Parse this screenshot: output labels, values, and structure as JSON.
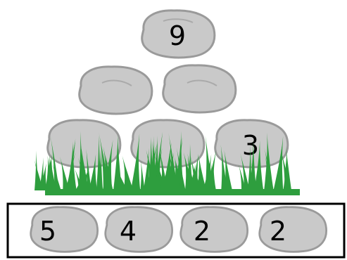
{
  "pyramid": {
    "top": {
      "value": "9"
    },
    "middle": [
      {
        "value": ""
      },
      {
        "value": ""
      }
    ],
    "bottom": [
      {
        "value": ""
      },
      {
        "value": ""
      },
      {
        "value": "3"
      }
    ]
  },
  "answer_row": {
    "stones": [
      {
        "value": "5"
      },
      {
        "value": "4"
      },
      {
        "value": "2"
      },
      {
        "value": "2"
      }
    ]
  },
  "colors": {
    "stone_fill": "#c9c9c9",
    "stone_edge": "#9a9a9a",
    "grass": "#2e9e3e",
    "box_border": "#000000"
  },
  "icons": {
    "stone": "rock-icon",
    "grass": "grass-icon"
  }
}
